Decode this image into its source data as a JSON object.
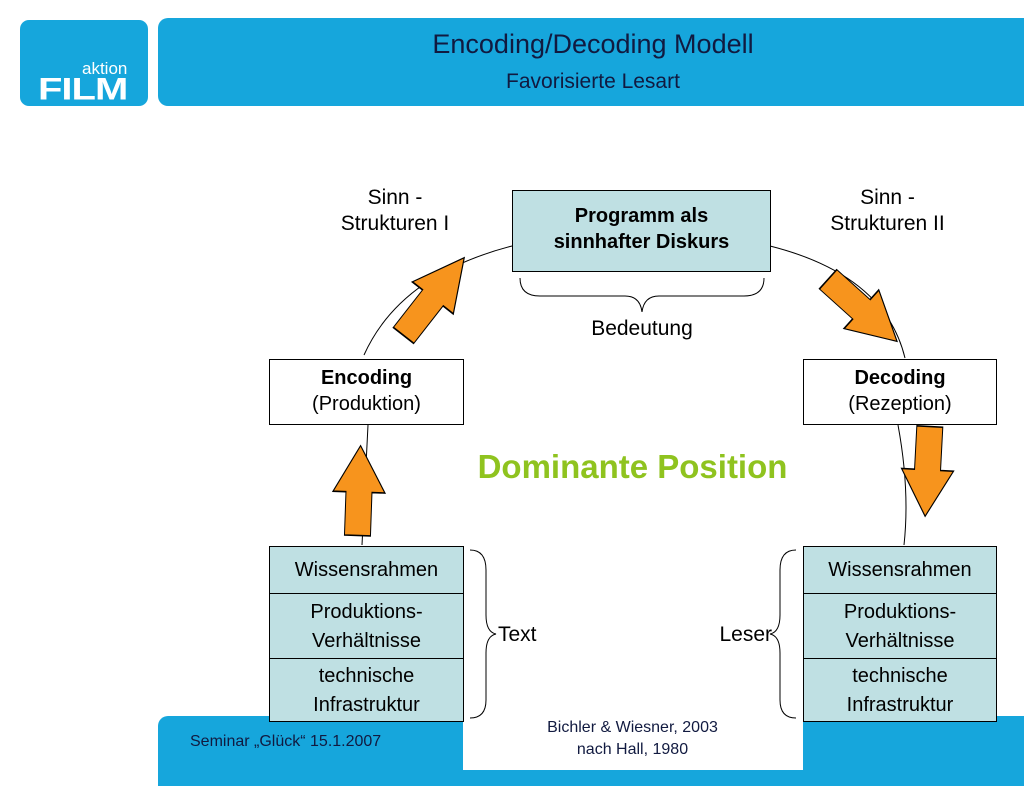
{
  "logo": {
    "top_text": "aktion",
    "main_text": "FILM"
  },
  "header": {
    "title": "Encoding/Decoding Modell",
    "subtitle": "Favorisierte Lesart"
  },
  "diagram": {
    "sinn_left": [
      "Sinn -",
      "Strukturen I"
    ],
    "sinn_right": [
      "Sinn -",
      "Strukturen II"
    ],
    "program": [
      "Programm als",
      "sinnhafter Diskurs"
    ],
    "bedeutung": "Bedeutung",
    "encoding": {
      "title": "Encoding",
      "sub": "(Produktion)"
    },
    "decoding": {
      "title": "Decoding",
      "sub": "(Rezeption)"
    },
    "dominant": "Dominante Position",
    "left_stack": {
      "wissen": "Wissensrahmen",
      "prod": [
        "Produktions-",
        "Verhältnisse"
      ],
      "tech": [
        "technische",
        "Infrastruktur"
      ]
    },
    "right_stack": {
      "wissen": "Wissensrahmen",
      "prod": [
        "Produktions-",
        "Verhältnisse"
      ],
      "tech": [
        "technische",
        "Infrastruktur"
      ]
    },
    "text_label": "Text",
    "leser_label": "Leser"
  },
  "footer": {
    "left": "Seminar „Glück“ 15.1.2007",
    "cite": [
      "Bichler & Wiesner, 2003",
      "nach Hall, 1980"
    ]
  },
  "colors": {
    "accent_blue": "#16a6dc",
    "box_fill": "#bfe0e3",
    "arrow_orange": "#f7941d",
    "dominant_green": "#8fc31f"
  }
}
